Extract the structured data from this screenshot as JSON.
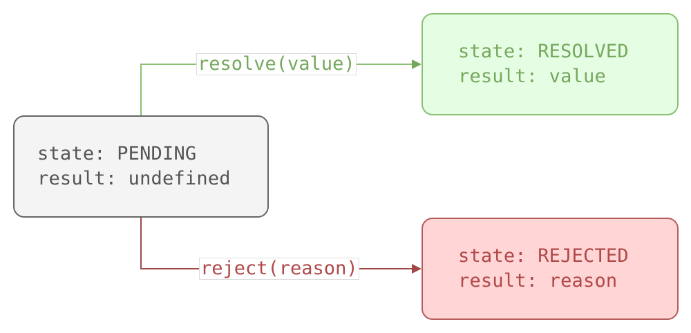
{
  "states": {
    "pending": {
      "state_line": "state: PENDING",
      "result_line": "result: undefined"
    },
    "resolved": {
      "state_line": "state: RESOLVED",
      "result_line": "result: value"
    },
    "rejected": {
      "state_line": "state: REJECTED",
      "result_line": "result: reason"
    }
  },
  "transitions": {
    "resolve_label": "resolve(value)",
    "reject_label": "reject(reason)"
  },
  "colors": {
    "pending_fill": "#f4f4f4",
    "pending_stroke": "#666666",
    "resolved_fill": "#e5fde3",
    "resolved_stroke": "#8bbf73",
    "rejected_fill": "#ffd5d5",
    "rejected_stroke": "#b55c5c"
  }
}
